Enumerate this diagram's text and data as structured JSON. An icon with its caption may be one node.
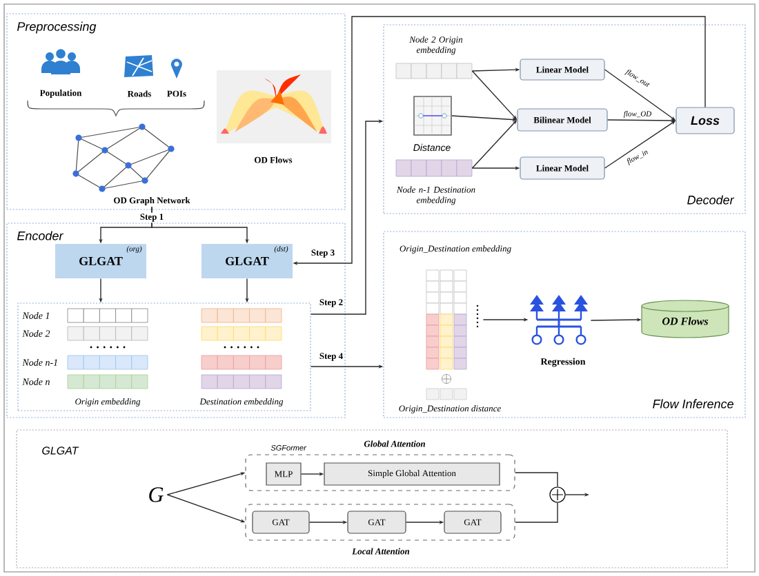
{
  "diagram": {
    "nodes": [
      {
        "text": [
          "Preprocessing"
        ]
      },
      {
        "text": [
          "OD Graph Network"
        ],
        "in": 0
      },
      {
        "text": [
          "OD Flows"
        ],
        "in": 0
      },
      {
        "text": [
          "Encoder"
        ]
      },
      {
        "text": [
          "GLGAT",
          "(org)"
        ],
        "in": 3
      },
      {
        "text": [
          "GLGAT",
          "(dst)"
        ],
        "in": 3
      },
      {
        "text": [
          "Node 1",
          "Node 2",
          "Node n-1",
          "Node n",
          "Origin embedding",
          "Destination embedding"
        ],
        "in": 3
      },
      {
        "text": [
          "Decoder"
        ]
      },
      {
        "text": [
          "Node 2 Origin embedding"
        ],
        "in": 7
      },
      {
        "text": [
          "Distance"
        ],
        "in": 7
      },
      {
        "text": [
          "Node n-1 Destination embedding"
        ],
        "in": 7
      },
      {
        "text": [
          "Linear Model"
        ],
        "in": 7
      },
      {
        "text": [
          "Bilinear Model"
        ],
        "in": 7
      },
      {
        "text": [
          "Linear Model"
        ],
        "in": 7
      },
      {
        "text": [
          "Loss"
        ],
        "in": 7
      },
      {
        "text": [
          "Flow Inference"
        ]
      },
      {
        "text": [
          "Origin_Destination embedding",
          "Origin_Destination distance"
        ],
        "in": 15
      },
      {
        "text": [
          "Regression"
        ],
        "in": 15
      },
      {
        "text": [
          "OD Flows"
        ],
        "in": 15
      },
      {
        "text": [
          "GLGAT"
        ]
      },
      {
        "text": [
          "G"
        ],
        "in": 19
      },
      {
        "text": [
          "SGFormer",
          "Global Attention"
        ],
        "in": 19
      },
      {
        "text": [
          "MLP"
        ],
        "in": 21
      },
      {
        "text": [
          "Simple Global Attention"
        ],
        "in": 21
      },
      {
        "text": [
          "Local Attention"
        ],
        "in": 19
      },
      {
        "text": [
          "GAT"
        ],
        "in": 24
      },
      {
        "text": [
          "GAT"
        ],
        "in": 24
      },
      {
        "text": [
          "GAT"
        ],
        "in": 24
      },
      {
        "text": [],
        "shape": "circle",
        "in": 19
      }
    ],
    "edges": [
      {
        "from": 1,
        "to": 4,
        "arrow": "to",
        "label": "Step 1"
      },
      {
        "from": 1,
        "to": 5,
        "arrow": "to"
      },
      {
        "from": 4,
        "to": 6,
        "arrow": "to"
      },
      {
        "from": 5,
        "to": 6,
        "arrow": "to"
      },
      {
        "from": 6,
        "to": 7,
        "arrow": "to",
        "label": "Step 2"
      },
      {
        "from": 14,
        "to": 5,
        "arrow": "to",
        "label": "Step 3"
      },
      {
        "from": 6,
        "to": 15,
        "arrow": "to",
        "label": "Step 4"
      },
      {
        "from": 8,
        "to": 11,
        "arrow": "to"
      },
      {
        "from": 8,
        "to": 12,
        "arrow": "to"
      },
      {
        "from": 9,
        "to": 12,
        "arrow": "to"
      },
      {
        "from": 10,
        "to": 12,
        "arrow": "to"
      },
      {
        "from": 10,
        "to": 13,
        "arrow": "to"
      },
      {
        "from": 11,
        "to": 14,
        "arrow": "to",
        "label": "flow_out"
      },
      {
        "from": 12,
        "to": 14,
        "arrow": "to",
        "label": "flow_OD"
      },
      {
        "from": 13,
        "to": 14,
        "arrow": "to",
        "label": "flow_in"
      },
      {
        "from": 16,
        "to": 17,
        "arrow": "to"
      },
      {
        "from": 17,
        "to": 18,
        "arrow": "to"
      },
      {
        "from": 20,
        "to": 21,
        "arrow": "to"
      },
      {
        "from": 20,
        "to": 24,
        "arrow": "to"
      },
      {
        "from": 22,
        "to": 23,
        "arrow": "to"
      },
      {
        "from": 25,
        "to": 26,
        "arrow": "to"
      },
      {
        "from": 26,
        "to": 27,
        "arrow": "to"
      },
      {
        "from": 21,
        "to": 28,
        "arrow": "none"
      },
      {
        "from": 24,
        "to": 28,
        "arrow": "none"
      },
      {
        "from": 28,
        "to": null,
        "arrow": "to"
      }
    ],
    "labels": [
      "Population",
      "Roads",
      "POIs"
    ]
  }
}
